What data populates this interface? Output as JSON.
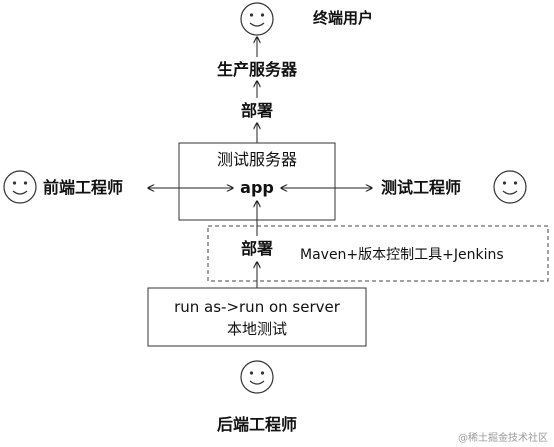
{
  "nodes": {
    "end_user": "终端用户",
    "production_server": "生产服务器",
    "deploy_top": "部署",
    "test_server_title": "测试服务器",
    "app": "app",
    "frontend_engineer": "前端工程师",
    "test_engineer": "测试工程师",
    "deploy_bottom": "部署",
    "toolchain": "Maven+版本控制工具+Jenkins",
    "local_line1": "run as->run on server",
    "local_line2": "本地测试",
    "backend_engineer": "后端工程师"
  },
  "watermark": "@稀土掘金技术社区"
}
